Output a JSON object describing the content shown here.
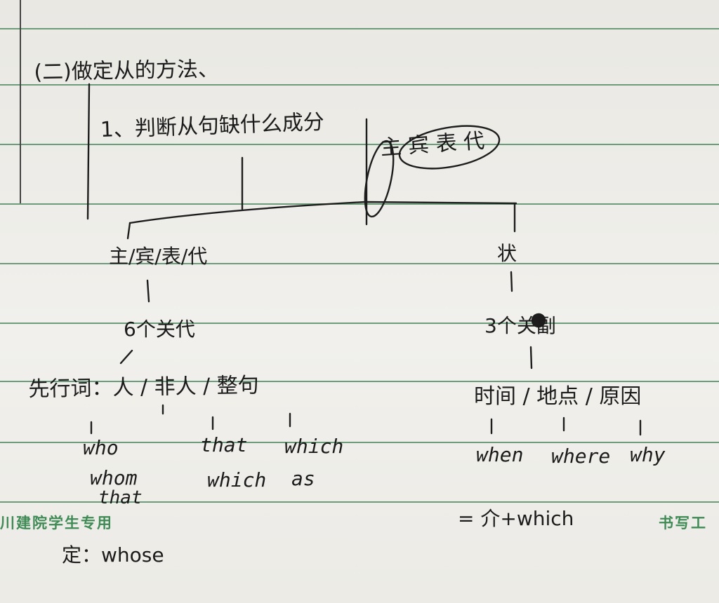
{
  "notebook": {
    "footer_left": "川建院学生专用",
    "footer_right": "书写工"
  },
  "notes": {
    "heading": "(二)做定从的方法、",
    "step_1": "1、判断从句缺什么成分",
    "components": "主 宾 表 代",
    "branch_left": {
      "label": "主/宾/表/代",
      "count": "6个关代",
      "antecedent": "先行词：人 / 非人 / 整句",
      "col_person": [
        "who",
        "whom",
        "that"
      ],
      "col_nonperson": [
        "that",
        "which"
      ],
      "col_sentence": [
        "which",
        "as"
      ],
      "attributive": "定：whose"
    },
    "branch_right": {
      "label": "状",
      "count": "3个关副",
      "categories": "时间 / 地点 / 原因",
      "words": [
        "when",
        "where",
        "why"
      ],
      "extra": "= 介+which"
    }
  }
}
